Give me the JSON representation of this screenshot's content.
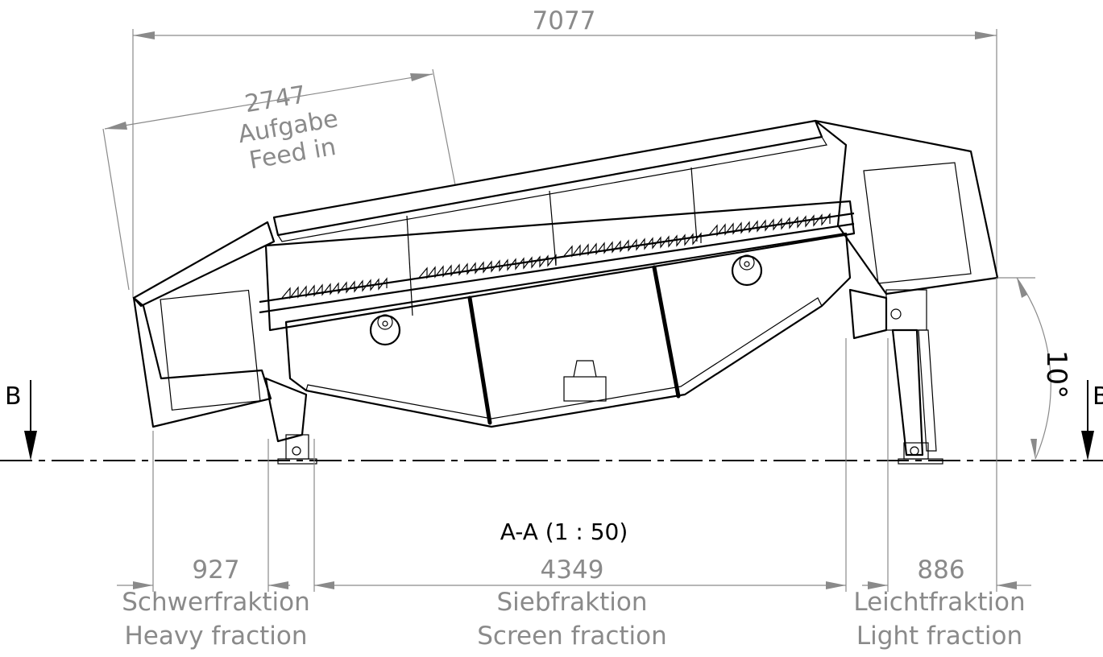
{
  "drawing": {
    "overall_length": "7077",
    "feed_length": "2747",
    "feed_de": "Aufgabe",
    "feed_en": "Feed in",
    "angle": "10°",
    "section_label": "A-A (1 : 50)",
    "cut_marker_left": "B",
    "cut_marker_right": "B",
    "heavy": {
      "value": "927",
      "de": "Schwerfraktion",
      "en": "Heavy fraction"
    },
    "screen": {
      "value": "4349",
      "de": "Siebfraktion",
      "en": "Screen fraction"
    },
    "light": {
      "value": "886",
      "de": "Leichtfraktion",
      "en": "Light fraction"
    }
  }
}
